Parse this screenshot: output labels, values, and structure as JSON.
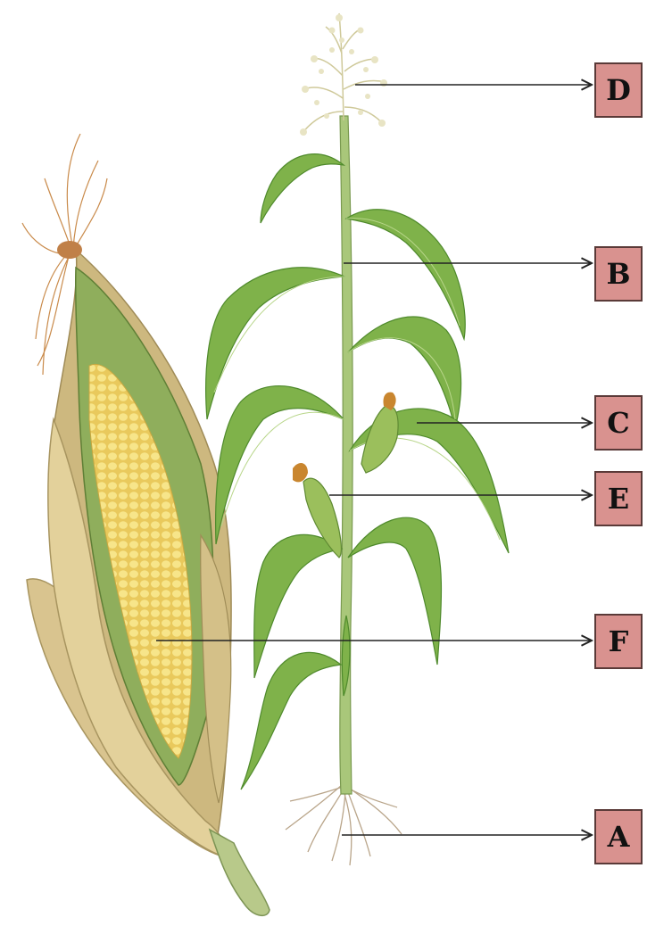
{
  "labels": {
    "D": "D",
    "B": "B",
    "C": "C",
    "E": "E",
    "F": "F",
    "A": "A"
  },
  "colors": {
    "label_fill": "#d9928f",
    "label_border": "#5a3a38",
    "leaf": "#7fb24a",
    "leaf_dark": "#4f8a2c",
    "stalk": "#a9c77a",
    "husk": "#d7c38e",
    "kernel": "#f2dc72",
    "silk": "#c98a4a",
    "tassel": "#e4e0bf",
    "root": "#b9a58a",
    "arrow": "#222222"
  }
}
